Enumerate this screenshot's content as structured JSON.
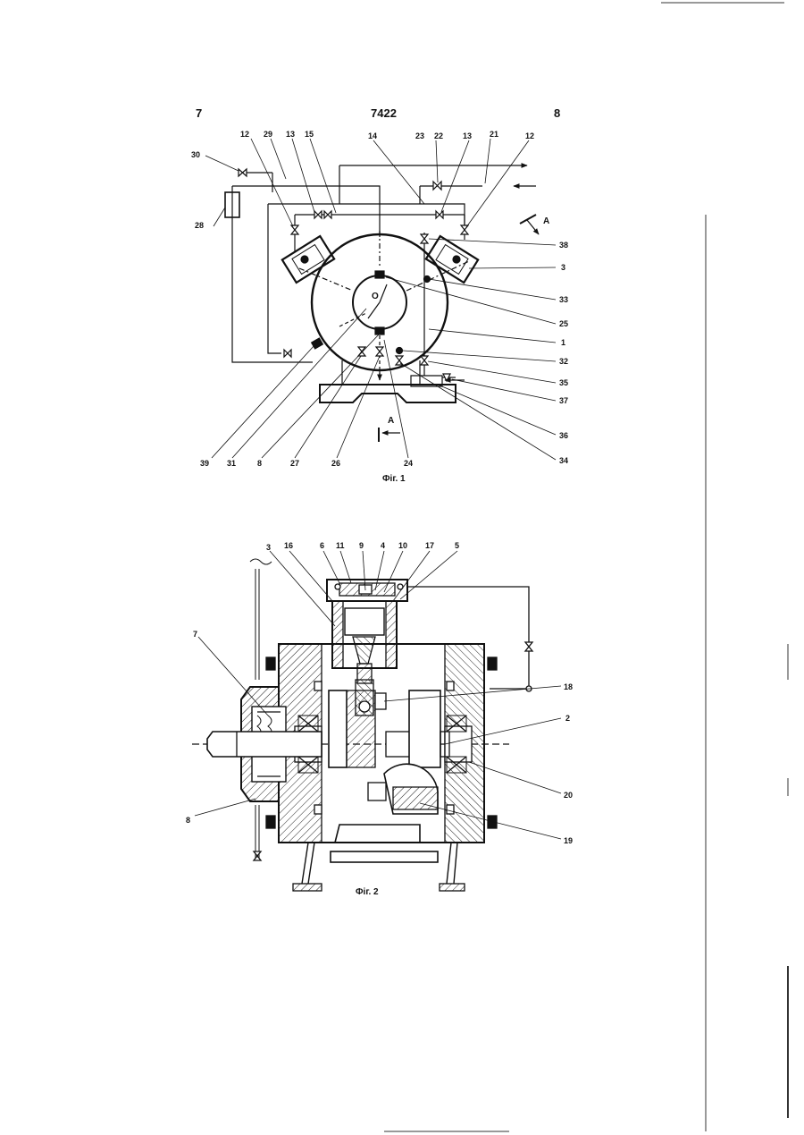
{
  "header": {
    "left_page": "7",
    "doc_number": "7422",
    "right_page": "8"
  },
  "fig1": {
    "caption": "Фіг. 1",
    "view_letter": "A",
    "center_letter": "O",
    "labels_top": [
      "12",
      "29",
      "13",
      "15",
      "14",
      "23",
      "22",
      "13",
      "21",
      "12"
    ],
    "label_30": "30",
    "label_28": "28",
    "labels_right": [
      "38",
      "3",
      "33",
      "25",
      "1",
      "32",
      "35",
      "37",
      "36",
      "34"
    ],
    "labels_bottom": [
      "39",
      "31",
      "8",
      "27",
      "26",
      "24"
    ]
  },
  "fig2": {
    "caption": "Фіг. 2",
    "labels_top": [
      "3",
      "16",
      "6",
      "11",
      "9",
      "4",
      "10",
      "17",
      "5"
    ],
    "label_7": "7",
    "label_8": "8",
    "labels_right": [
      "18",
      "2",
      "20",
      "19"
    ]
  }
}
